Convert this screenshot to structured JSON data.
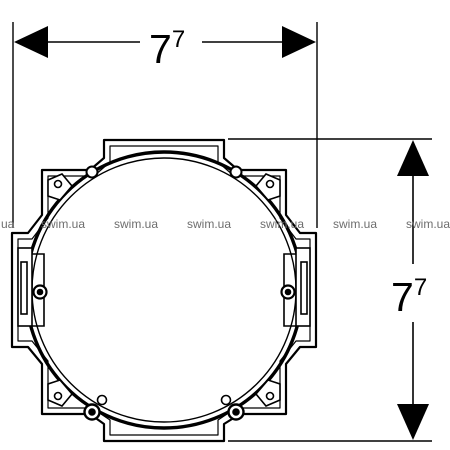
{
  "dimensions": {
    "width": {
      "value": "7",
      "superscript": "7"
    },
    "height": {
      "value": "7",
      "superscript": "7"
    }
  },
  "watermark": {
    "text": "swim.ua",
    "repeat_count": 7,
    "partial_left": "ua"
  },
  "colors": {
    "line": "#000000",
    "watermark": "#6e6e6e",
    "background": "#ffffff"
  }
}
